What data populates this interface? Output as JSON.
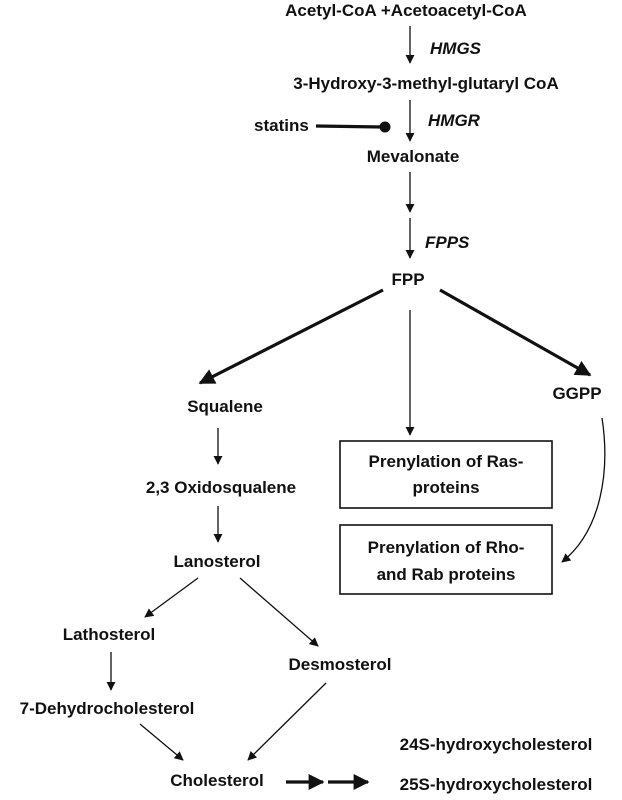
{
  "nodes": {
    "acetyl_coa": "Acetyl-CoA +Acetoacetyl-CoA",
    "hmg_coa": "3-Hydroxy-3-methyl-glutaryl CoA",
    "mevalonate": "Mevalonate",
    "fpp": "FPP",
    "squalene": "Squalene",
    "oxidosqualene": "2,3 Oxidosqualene",
    "lanosterol": "Lanosterol",
    "lathosterol": "Lathosterol",
    "desmosterol": "Desmosterol",
    "dehydrocholesterol": "7-Dehydrocholesterol",
    "cholesterol": "Cholesterol",
    "ggpp": "GGPP",
    "hydroxy24s": "24S-hydroxycholesterol",
    "hydroxy25s": "25S-hydroxycholesterol"
  },
  "enzymes": {
    "hmgs": "HMGS",
    "hmgr": "HMGR",
    "fpps": "FPPS"
  },
  "inhibitor": {
    "label": "statins"
  },
  "boxes": {
    "ras": {
      "line1": "Prenylation of Ras-",
      "line2": "proteins"
    },
    "rho": {
      "line1": "Prenylation of Rho-",
      "line2": "and Rab proteins"
    }
  },
  "colors": {
    "ink": "#111111",
    "background": "#ffffff"
  }
}
